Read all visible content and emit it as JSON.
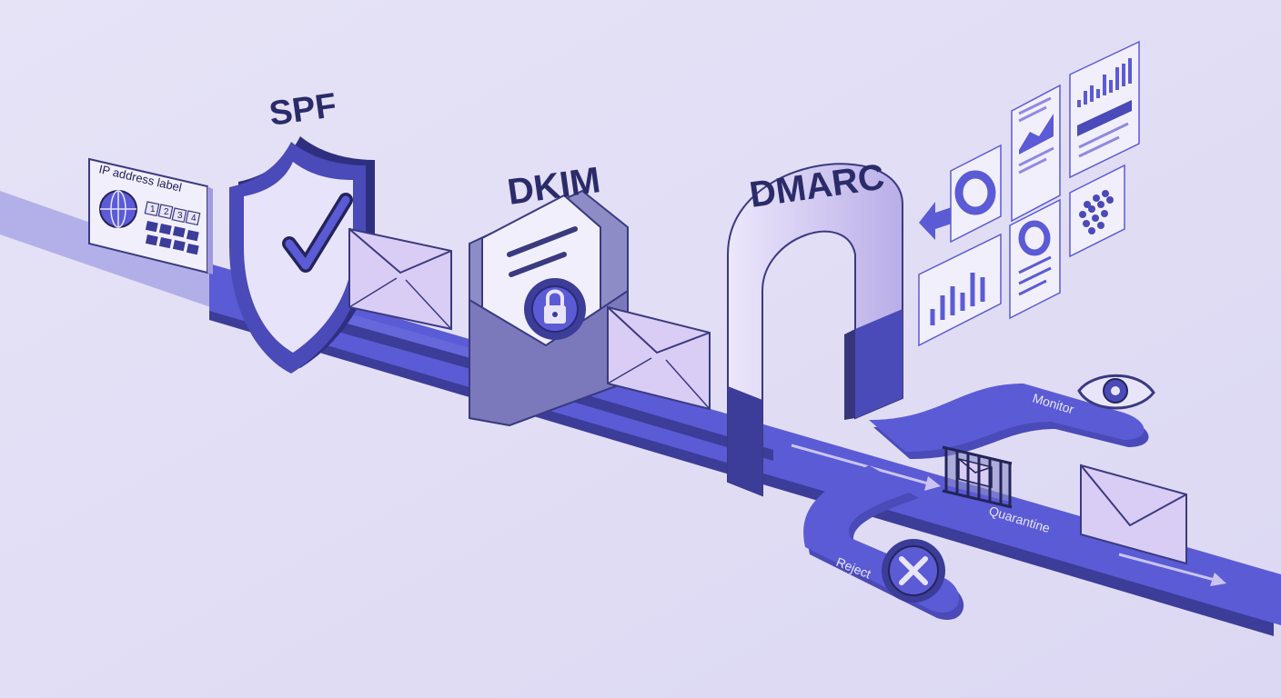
{
  "stages": {
    "spf": "SPF",
    "dkim": "DKIM",
    "dmarc": "DMARC"
  },
  "ip_card": {
    "title": "IP address label",
    "cells": [
      "1",
      "2",
      "3",
      "4"
    ]
  },
  "outcomes": {
    "monitor": "Monitor",
    "quarantine": "Quarantine",
    "reject": "Reject"
  },
  "colors": {
    "background": "#e4e1f6",
    "track": "#5b5bd6",
    "track_dark": "#3f3f9e",
    "envelope": "#d9cdf5",
    "arch_light": "#cfc4ef",
    "navy": "#34357a"
  },
  "icons": [
    "globe-icon",
    "checkmark-icon",
    "padlock-icon",
    "eye-icon",
    "x-icon",
    "envelope-icon",
    "arrow-left-icon",
    "bar-chart-icon",
    "donut-chart-icon",
    "area-chart-icon"
  ]
}
